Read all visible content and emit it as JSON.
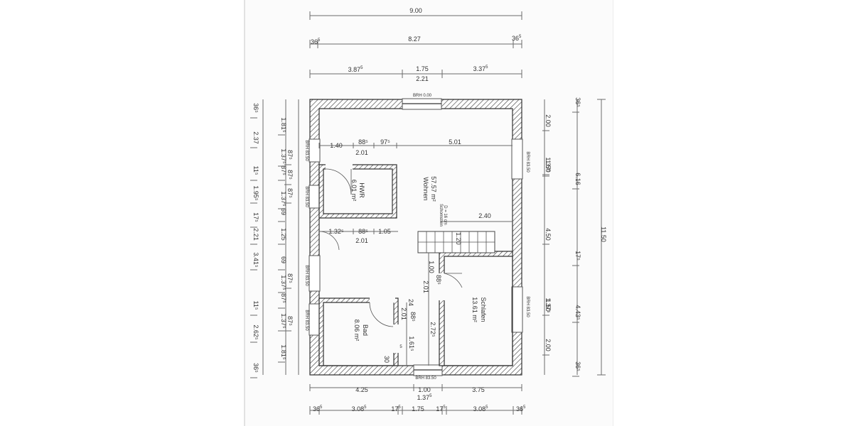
{
  "dims": {
    "top_total": "9.00",
    "top_inner": "8.27",
    "top_left_wall": "36",
    "top_left_wall_sup": "5",
    "top_right_wall": "36",
    "top_right_wall_sup": "5",
    "top_seg1": "3.87",
    "top_seg1_sup": "5",
    "top_seg2": "1.75",
    "top_seg3": "3.37",
    "top_seg3_sup": "5",
    "top_seg_below": "2.21",
    "bottom_seg1": "4.25",
    "bottom_seg2": "1.00",
    "bottom_seg3": "3.75",
    "bottom_sub": "1.37",
    "bottom_sub_sup": "5",
    "bottom_b1": "36",
    "bottom_b1_sup": "5",
    "bottom_b2": "3.08",
    "bottom_b2_sup": "5",
    "bottom_b3": "17",
    "bottom_b3_sup": "5",
    "bottom_b4": "1.75",
    "bottom_b5": "17",
    "bottom_b5_sup": "5",
    "bottom_b6": "3.08",
    "bottom_b6_sup": "5",
    "bottom_b7": "36",
    "bottom_b7_sup": "5",
    "left_outer": [
      "36⁵",
      "2.37",
      "11⁵",
      "1.95⁵",
      "17⁵",
      "2.21",
      "3.41⁵",
      "11⁵",
      "2.62⁵",
      "36⁵"
    ],
    "left_mid": [
      "1.81⁵",
      "1.37⁵",
      "87⁵",
      "1.37⁵",
      "69",
      "1.25",
      "69",
      "1.37⁵",
      "87⁵",
      "1.37⁵",
      "1.81⁵"
    ],
    "left_inner": [
      "87⁵",
      "87⁵",
      "87⁵",
      "87⁵",
      "87⁵"
    ],
    "right_inner": [
      "2.00",
      "1.50",
      "1.37⁵",
      "4.50",
      "1.50",
      "1.37⁵",
      "2.00"
    ],
    "right_mid": [
      "36⁵",
      "6.16",
      "17⁵",
      "4.43⁵",
      "36⁵"
    ],
    "right_outer": "11.50",
    "interior": {
      "a": "1.40",
      "b": "88⁵",
      "c": "97⁵",
      "d": "5.01",
      "e": "2.01",
      "f": "1.32⁵",
      "g": "88⁵",
      "h": "1.05",
      "i": "2.01",
      "j": "2.40",
      "k": "1.20",
      "l": "1.00",
      "m": "88⁵",
      "n": "2.01",
      "o": "24",
      "p": "88⁵",
      "q": "2.01",
      "r": "2.72⁵",
      "s": "1.61⁵",
      "t": "30",
      "u": "5"
    }
  },
  "brh": {
    "top": "BRH 0.00",
    "bottom": "BRH 83.50",
    "left_upper": "BRH 83.50",
    "left_hwr": "BRH 83.50",
    "left_mid": "BRH 83.50",
    "left_bad": "BRH 83.50",
    "right_upper": "BRH 83.50",
    "right_lower": "BRH 83.50"
  },
  "rooms": {
    "wohnen": {
      "name": "Wohnen",
      "area": "57.57 m²"
    },
    "hwr": {
      "name": "HWR",
      "area": "6.01 m²"
    },
    "bad": {
      "name": "Bad",
      "area": "8.06 m²"
    },
    "schlafen": {
      "name": "Schlafen",
      "area": "13.61 m²"
    }
  },
  "notes": {
    "stove": "Schornstein",
    "stove2": "D = 16 cm"
  }
}
